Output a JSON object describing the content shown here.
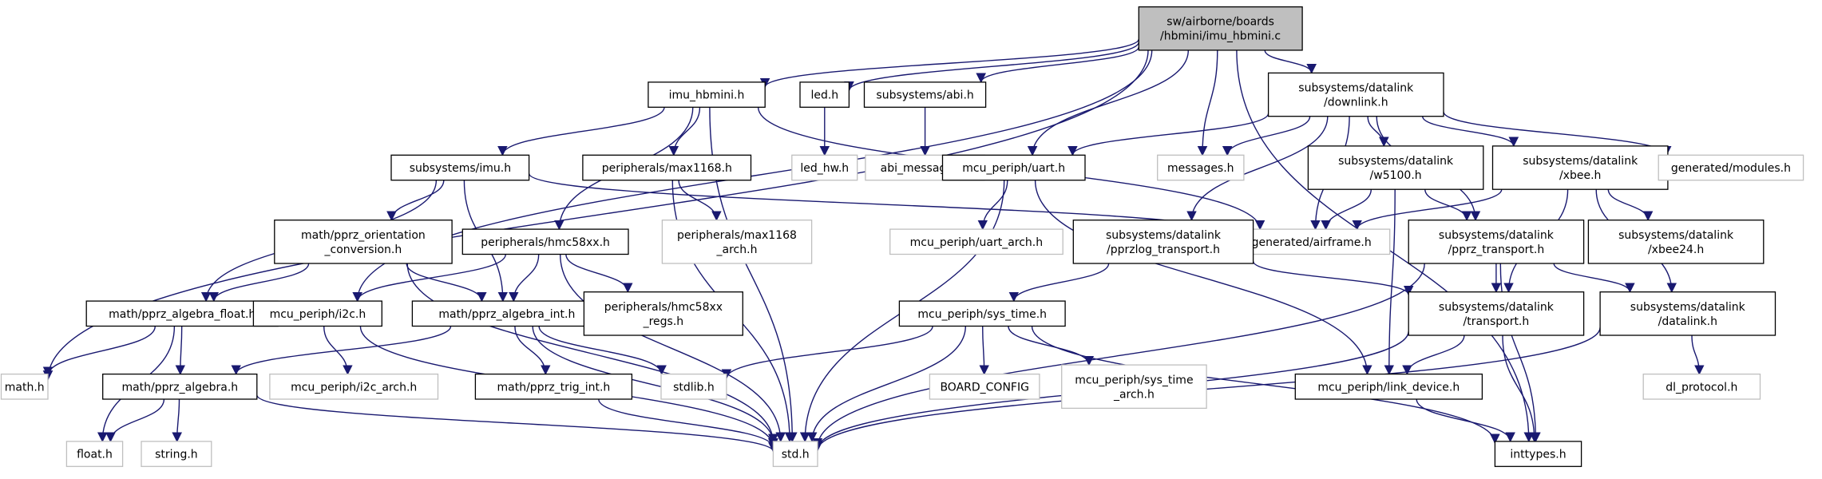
{
  "colors": {
    "edge": "#191970",
    "root_fill": "#bfbfbf",
    "box_stroke_dark": "#000000",
    "box_stroke_light": "#bfbfbf",
    "background": "#ffffff"
  },
  "nodes": [
    {
      "id": "root",
      "lines": [
        "sw/airborne/boards",
        "/hbmini/imu_hbmini.c"
      ],
      "style": "root"
    },
    {
      "id": "math_h",
      "lines": [
        "math.h"
      ],
      "style": "light"
    },
    {
      "id": "imu_hbmini_h",
      "lines": [
        "imu_hbmini.h"
      ],
      "style": "dark"
    },
    {
      "id": "led_h",
      "lines": [
        "led.h"
      ],
      "style": "dark"
    },
    {
      "id": "abi_h",
      "lines": [
        "subsystems/abi.h"
      ],
      "style": "dark"
    },
    {
      "id": "downlink_h",
      "lines": [
        "subsystems/datalink",
        "/downlink.h"
      ],
      "style": "dark"
    },
    {
      "id": "inttypes_h",
      "lines": [
        "inttypes.h"
      ],
      "style": "dark"
    },
    {
      "id": "imu_h",
      "lines": [
        "subsystems/imu.h"
      ],
      "style": "dark"
    },
    {
      "id": "max1168_h",
      "lines": [
        "peripherals/max1168.h"
      ],
      "style": "dark"
    },
    {
      "id": "hmc58xx_h",
      "lines": [
        "peripherals/hmc58xx.h"
      ],
      "style": "dark"
    },
    {
      "id": "std_h",
      "lines": [
        "std.h"
      ],
      "style": "light"
    },
    {
      "id": "led_hw_h",
      "lines": [
        "led_hw.h"
      ],
      "style": "light"
    },
    {
      "id": "abi_messages_h",
      "lines": [
        "abi_messages.h"
      ],
      "style": "light"
    },
    {
      "id": "uart_h",
      "lines": [
        "mcu_periph/uart.h"
      ],
      "style": "dark"
    },
    {
      "id": "messages_h",
      "lines": [
        "messages.h"
      ],
      "style": "light"
    },
    {
      "id": "w5100_h",
      "lines": [
        "subsystems/datalink",
        "/w5100.h"
      ],
      "style": "dark"
    },
    {
      "id": "xbee_h",
      "lines": [
        "subsystems/datalink",
        "/xbee.h"
      ],
      "style": "dark"
    },
    {
      "id": "modules_h",
      "lines": [
        "generated/modules.h"
      ],
      "style": "light"
    },
    {
      "id": "airframe_h",
      "lines": [
        "generated/airframe.h"
      ],
      "style": "light"
    },
    {
      "id": "orient_h",
      "lines": [
        "math/pprz_orientation",
        "_conversion.h"
      ],
      "style": "dark"
    },
    {
      "id": "max1168_arch_h",
      "lines": [
        "peripherals/max1168",
        "_arch.h"
      ],
      "style": "light"
    },
    {
      "id": "uart_arch_h",
      "lines": [
        "mcu_periph/uart_arch.h"
      ],
      "style": "light"
    },
    {
      "id": "pprzlog_h",
      "lines": [
        "subsystems/datalink",
        "/pprzlog_transport.h"
      ],
      "style": "dark"
    },
    {
      "id": "pprz_transport_h",
      "lines": [
        "subsystems/datalink",
        "/pprz_transport.h"
      ],
      "style": "dark"
    },
    {
      "id": "xbee24_h",
      "lines": [
        "subsystems/datalink",
        "/xbee24.h"
      ],
      "style": "dark"
    },
    {
      "id": "alg_float_h",
      "lines": [
        "math/pprz_algebra_float.h"
      ],
      "style": "dark"
    },
    {
      "id": "i2c_h",
      "lines": [
        "mcu_periph/i2c.h"
      ],
      "style": "dark"
    },
    {
      "id": "alg_int_h",
      "lines": [
        "math/pprz_algebra_int.h"
      ],
      "style": "dark"
    },
    {
      "id": "hmc_regs_h",
      "lines": [
        "peripherals/hmc58xx",
        "_regs.h"
      ],
      "style": "dark"
    },
    {
      "id": "sys_time_h",
      "lines": [
        "mcu_periph/sys_time.h"
      ],
      "style": "dark"
    },
    {
      "id": "transport_h",
      "lines": [
        "subsystems/datalink",
        "/transport.h"
      ],
      "style": "dark"
    },
    {
      "id": "datalink_h",
      "lines": [
        "subsystems/datalink",
        "/datalink.h"
      ],
      "style": "dark"
    },
    {
      "id": "alg_h",
      "lines": [
        "math/pprz_algebra.h"
      ],
      "style": "dark"
    },
    {
      "id": "i2c_arch_h",
      "lines": [
        "mcu_periph/i2c_arch.h"
      ],
      "style": "light"
    },
    {
      "id": "trig_int_h",
      "lines": [
        "math/pprz_trig_int.h"
      ],
      "style": "dark"
    },
    {
      "id": "stdlib_h",
      "lines": [
        "stdlib.h"
      ],
      "style": "light"
    },
    {
      "id": "board_config",
      "lines": [
        "BOARD_CONFIG"
      ],
      "style": "light"
    },
    {
      "id": "sys_time_arch_h",
      "lines": [
        "mcu_periph/sys_time",
        "_arch.h"
      ],
      "style": "light"
    },
    {
      "id": "link_device_h",
      "lines": [
        "mcu_periph/link_device.h"
      ],
      "style": "dark"
    },
    {
      "id": "dl_protocol_h",
      "lines": [
        "dl_protocol.h"
      ],
      "style": "light"
    },
    {
      "id": "float_h",
      "lines": [
        "float.h"
      ],
      "style": "light"
    },
    {
      "id": "string_h",
      "lines": [
        "string.h"
      ],
      "style": "light"
    }
  ],
  "edges": [
    [
      "root",
      "math_h"
    ],
    [
      "root",
      "imu_hbmini_h"
    ],
    [
      "root",
      "led_h"
    ],
    [
      "root",
      "abi_h"
    ],
    [
      "root",
      "downlink_h"
    ],
    [
      "root",
      "inttypes_h"
    ],
    [
      "root",
      "uart_h"
    ],
    [
      "root",
      "messages_h"
    ],
    [
      "root",
      "i2c_h"
    ],
    [
      "imu_hbmini_h",
      "imu_h"
    ],
    [
      "imu_hbmini_h",
      "max1168_h"
    ],
    [
      "imu_hbmini_h",
      "hmc58xx_h"
    ],
    [
      "imu_hbmini_h",
      "std_h"
    ],
    [
      "imu_hbmini_h",
      "airframe_h"
    ],
    [
      "led_h",
      "led_hw_h"
    ],
    [
      "abi_h",
      "abi_messages_h"
    ],
    [
      "downlink_h",
      "uart_h"
    ],
    [
      "downlink_h",
      "messages_h"
    ],
    [
      "downlink_h",
      "w5100_h"
    ],
    [
      "downlink_h",
      "xbee_h"
    ],
    [
      "downlink_h",
      "modules_h"
    ],
    [
      "downlink_h",
      "airframe_h"
    ],
    [
      "downlink_h",
      "pprzlog_h"
    ],
    [
      "downlink_h",
      "pprz_transport_h"
    ],
    [
      "imu_h",
      "orient_h"
    ],
    [
      "imu_h",
      "alg_float_h"
    ],
    [
      "imu_h",
      "alg_int_h"
    ],
    [
      "imu_h",
      "airframe_h"
    ],
    [
      "max1168_h",
      "max1168_arch_h"
    ],
    [
      "max1168_h",
      "std_h"
    ],
    [
      "hmc58xx_h",
      "i2c_h"
    ],
    [
      "hmc58xx_h",
      "alg_int_h"
    ],
    [
      "hmc58xx_h",
      "hmc_regs_h"
    ],
    [
      "hmc58xx_h",
      "std_h"
    ],
    [
      "uart_h",
      "uart_arch_h"
    ],
    [
      "uart_h",
      "std_h"
    ],
    [
      "uart_h",
      "link_device_h"
    ],
    [
      "w5100_h",
      "airframe_h"
    ],
    [
      "w5100_h",
      "pprz_transport_h"
    ],
    [
      "w5100_h",
      "link_device_h"
    ],
    [
      "xbee_h",
      "airframe_h"
    ],
    [
      "xbee_h",
      "xbee24_h"
    ],
    [
      "xbee_h",
      "datalink_h"
    ],
    [
      "xbee_h",
      "transport_h"
    ],
    [
      "orient_h",
      "alg_float_h"
    ],
    [
      "orient_h",
      "alg_int_h"
    ],
    [
      "orient_h",
      "std_h"
    ],
    [
      "pprzlog_h",
      "sys_time_h"
    ],
    [
      "pprzlog_h",
      "transport_h"
    ],
    [
      "pprz_transport_h",
      "transport_h"
    ],
    [
      "pprz_transport_h",
      "datalink_h"
    ],
    [
      "pprz_transport_h",
      "std_h"
    ],
    [
      "pprz_transport_h",
      "inttypes_h"
    ],
    [
      "alg_float_h",
      "math_h"
    ],
    [
      "alg_float_h",
      "alg_h"
    ],
    [
      "alg_float_h",
      "float_h"
    ],
    [
      "i2c_h",
      "i2c_arch_h"
    ],
    [
      "i2c_h",
      "std_h"
    ],
    [
      "alg_int_h",
      "alg_h"
    ],
    [
      "alg_int_h",
      "trig_int_h"
    ],
    [
      "alg_int_h",
      "stdlib_h"
    ],
    [
      "alg_int_h",
      "std_h"
    ],
    [
      "sys_time_h",
      "stdlib_h"
    ],
    [
      "sys_time_h",
      "board_config"
    ],
    [
      "sys_time_h",
      "sys_time_arch_h"
    ],
    [
      "sys_time_h",
      "std_h"
    ],
    [
      "sys_time_h",
      "inttypes_h"
    ],
    [
      "transport_h",
      "link_device_h"
    ],
    [
      "transport_h",
      "std_h"
    ],
    [
      "transport_h",
      "inttypes_h"
    ],
    [
      "datalink_h",
      "dl_protocol_h"
    ],
    [
      "datalink_h",
      "std_h"
    ],
    [
      "alg_h",
      "float_h"
    ],
    [
      "alg_h",
      "string_h"
    ],
    [
      "alg_h",
      "std_h"
    ],
    [
      "trig_int_h",
      "std_h"
    ],
    [
      "link_device_h",
      "inttypes_h"
    ]
  ]
}
